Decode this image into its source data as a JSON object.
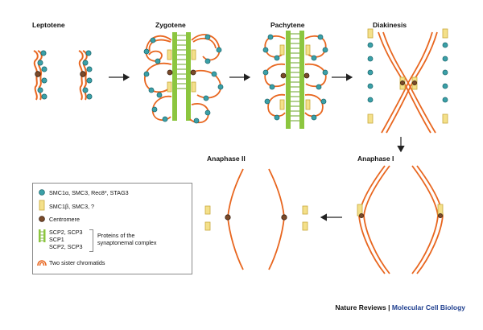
{
  "stages": {
    "leptotene": "Leptotene",
    "zygotene": "Zygotene",
    "pachytene": "Pachytene",
    "diakinesis": "Diakinesis",
    "anaphase1": "Anaphase I",
    "anaphase2": "Anaphase II"
  },
  "legend": {
    "cohesin_a": "SMC1α, SMC3, Rec8*, STAG3",
    "cohesin_b": "SMC1β, SMC3, ?",
    "centromere": "Centromere",
    "sc_line1": "SCP2, SCP3",
    "sc_line2": "SCP1",
    "sc_line3": "SCP2, SCP3",
    "sc_caption1": "Proteins of the",
    "sc_caption2": "synaptonemal complex",
    "sisters": "Two sister chromatids"
  },
  "footer": {
    "journal": "Nature Reviews",
    "separator": " | ",
    "section": "Molecular Cell Biology"
  },
  "colors": {
    "chromatid": "#e8661f",
    "cohesin_a": "#3aa0a8",
    "cohesin_b_fill": "#f4e08a",
    "cohesin_b_stroke": "#c9a83b",
    "centromere": "#7a4a2a",
    "sc_element": "#8cc63f",
    "section_text": "#1f3f8f"
  }
}
